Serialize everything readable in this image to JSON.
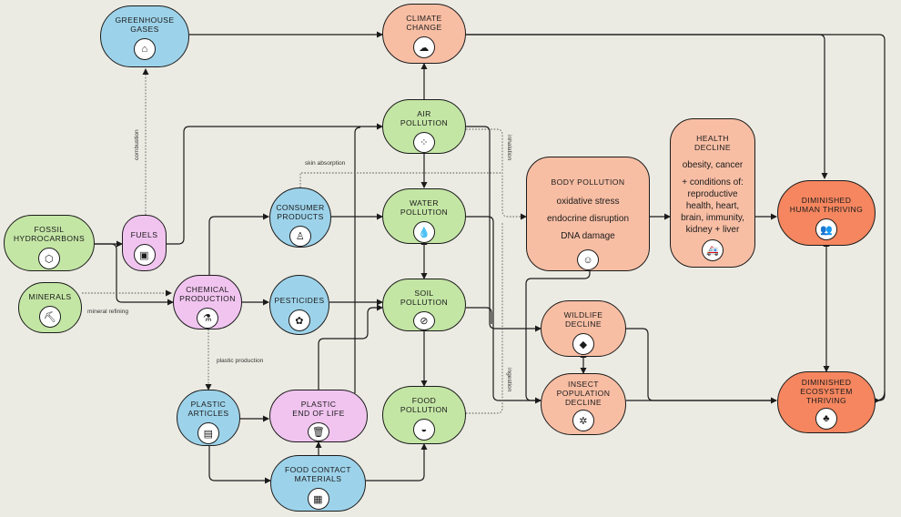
{
  "nodes": {
    "greenhouse": {
      "label": "GREENHOUSE\nGASES",
      "icon": "factory-icon"
    },
    "climate": {
      "label": "CLIMATE\nCHANGE",
      "icon": "storm-cloud-icon"
    },
    "air": {
      "label": "AIR\nPOLLUTION",
      "icon": "molecules-icon"
    },
    "water": {
      "label": "WATER\nPOLLUTION",
      "icon": "droplets-icon"
    },
    "soil": {
      "label": "SOIL\nPOLLUTION",
      "icon": "soil-icon"
    },
    "food": {
      "label": "FOOD\nPOLLUTION",
      "icon": "food-bowl-icon"
    },
    "fossil": {
      "label": "FOSSIL\nHYDROCARBONS",
      "icon": "hexagon-molecule-icon"
    },
    "minerals": {
      "label": "MINERALS",
      "icon": "pickaxe-icon"
    },
    "fuels": {
      "label": "FUELS",
      "icon": "fuel-can-icon"
    },
    "chemical": {
      "label": "CHEMICAL\nPRODUCTION",
      "icon": "flask-icon"
    },
    "consumer": {
      "label": "CONSUMER\nPRODUCTS",
      "icon": "bottle-icon"
    },
    "pesticides": {
      "label": "PESTICIDES",
      "icon": "sprayer-icon"
    },
    "plastic_articles": {
      "label": "PLASTIC\nARTICLES",
      "icon": "plastic-bottles-icon"
    },
    "plastic_eol": {
      "label": "PLASTIC\nEND OF LIFE",
      "icon": "trash-bin-icon"
    },
    "food_contact": {
      "label": "FOOD CONTACT\nMATERIALS",
      "icon": "containers-icon"
    },
    "body": {
      "label": "BODY POLLUTION",
      "lines": [
        "oxidative stress",
        "endocrine disruption",
        "DNA damage"
      ],
      "icon": "person-icon"
    },
    "health": {
      "label": "HEALTH\nDECLINE",
      "lines": [
        "obesity, cancer",
        "+ conditions of:\nreproductive\nhealth, heart,\nbrain, immunity,\nkidney + liver"
      ],
      "icon": "ambulance-icon"
    },
    "wildlife": {
      "label": "WILDLIFE\nDECLINE",
      "icon": "fish-icon"
    },
    "insect": {
      "label": "INSECT\nPOPULATION\nDECLINE",
      "icon": "beetle-icon"
    },
    "human": {
      "label": "DIMINISHED\nHUMAN THRIVING",
      "icon": "people-icon"
    },
    "ecosystem": {
      "label": "DIMINISHED\nECOSYSTEM\nTHRIVING",
      "icon": "trees-icon"
    }
  },
  "edge_labels": {
    "combustion": "combustion",
    "skin_absorption": "skin absorption",
    "mineral_refining": "mineral refining",
    "plastic_production": "plastic production",
    "inhalation": "inhalation",
    "ingestion": "ingestion"
  }
}
